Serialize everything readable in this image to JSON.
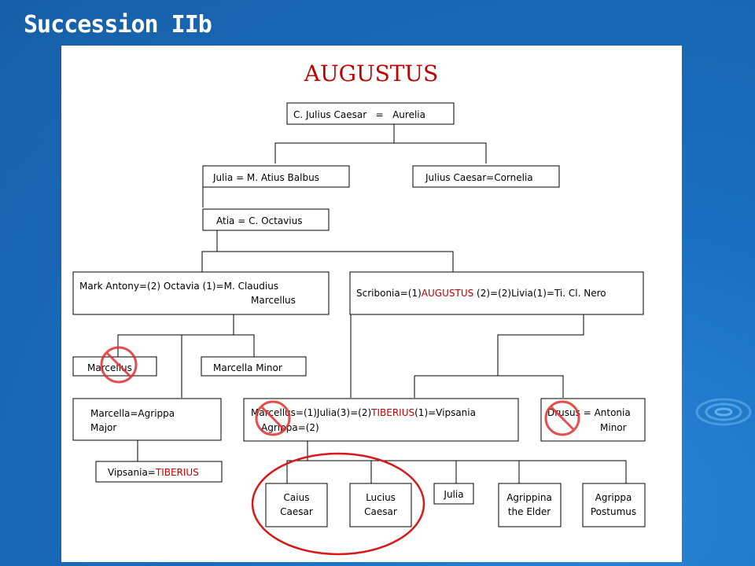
{
  "slide": {
    "title": "Succession IIb"
  },
  "diagram": {
    "title": "AUGUSTUS",
    "accent_color": "#c00000",
    "box_texts": {
      "caesar_aurelia": "C. Julius Caesar   =   Aurelia",
      "julia_balbus": "Julia = M. Atius Balbus",
      "julius_cornelia": "Julius Caesar=Cornelia",
      "atia_octavius": "Atia = C. Octavius",
      "antony_line1": "Mark Antony=(2) Octavia (1)=M. Claudius",
      "antony_line2": "Marcellus",
      "scribonia_pre": "Scribonia=(1)",
      "scribonia_augustus": "AUGUSTUS",
      "scribonia_post": " (2)=(2)Livia(1)=Ti. Cl. Nero",
      "marcellus": "Marcellus",
      "marcella_minor": "Marcella Minor",
      "marcella_major_line1": "Marcella=Agrippa",
      "marcella_major_line2": "Major",
      "central_pre": "Marcellus=(1)Julia(3)=(2)",
      "central_tiberius": "TIBERIUS",
      "central_post": "(1)=Vipsania",
      "central_line2": "Agrippa=(2)",
      "drusus_line1": "Drusus = Antonia",
      "drusus_line2": "Minor",
      "vipsania_pre": "Vipsania=",
      "vipsania_tiberius": "TIBERIUS",
      "caius_line1": "Caius",
      "caius_line2": "Caesar",
      "lucius_line1": "Lucius",
      "lucius_line2": "Caesar",
      "julia": "Julia",
      "agrippina_line1": "Agrippina",
      "agrippina_line2": "the Elder",
      "postumus_line1": "Agrippa",
      "postumus_line2": "Postumus"
    }
  }
}
